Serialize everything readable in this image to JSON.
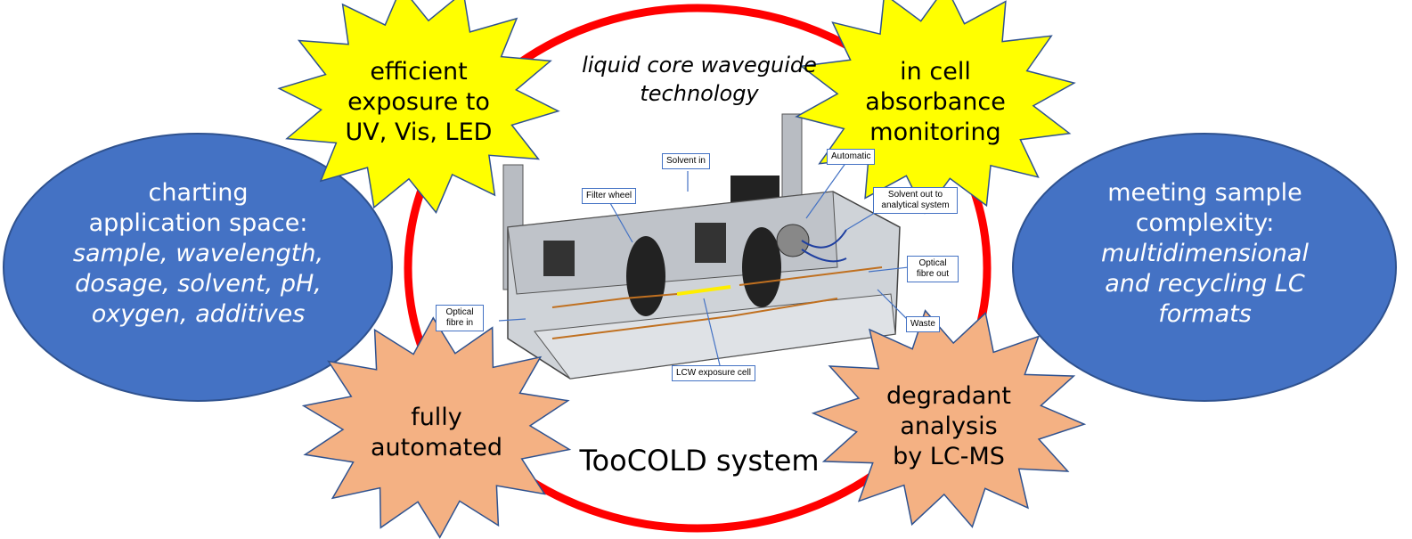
{
  "colors": {
    "ring": "#ff0000",
    "ellipse": "#4472c4",
    "star_yellow": "#ffff00",
    "star_orange": "#f4b183",
    "label_border": "#4472c4"
  },
  "center_title": "TooCOLD system",
  "top_text": [
    "liquid core waveguide",
    "technology"
  ],
  "left_ellipse": {
    "lines": [
      "charting",
      "application space:"
    ],
    "italic_lines": [
      "sample, wavelength,",
      "dosage, solvent, pH,",
      "oxygen, additives"
    ]
  },
  "right_ellipse": {
    "lines": [
      "meeting sample",
      "complexity:"
    ],
    "italic_lines": [
      "multidimensional",
      "and recycling LC",
      "formats"
    ]
  },
  "stars": {
    "top_left": [
      "efficient",
      "exposure to",
      "UV, Vis, LED"
    ],
    "top_right": [
      "in cell",
      "absorbance",
      "monitoring"
    ],
    "bottom_left": [
      "fully",
      "automated"
    ],
    "bottom_right": [
      "degradant",
      "analysis",
      "by LC-MS"
    ]
  },
  "device_labels": {
    "solvent_in": "Solvent in",
    "filter_wheel": "Filter wheel",
    "automatic": "Automatic",
    "solvent_out": "Solvent out to analytical system",
    "optical_fibre_out": "Optical fibre out",
    "optical_fibre_in": "Optical fibre in",
    "waste": "Waste",
    "lcw_cell": "LCW exposure cell"
  }
}
